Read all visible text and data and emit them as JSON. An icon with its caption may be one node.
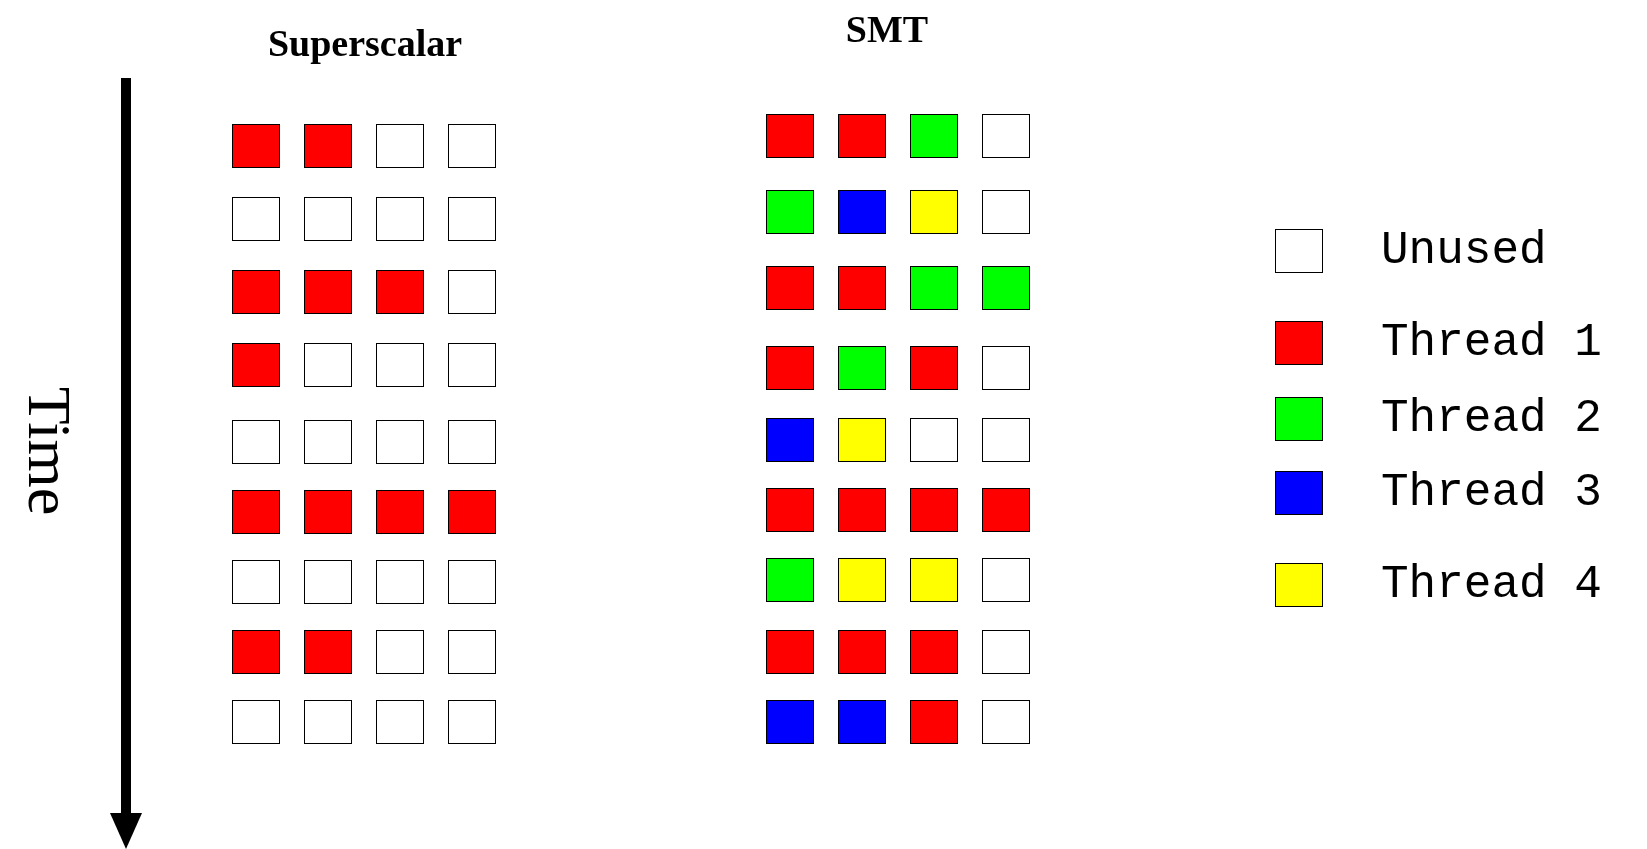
{
  "diagram": {
    "labels": [
      "Superscalar",
      "SMT",
      "Time"
    ],
    "legend": [
      {
        "text": "Unused",
        "color": "#ffffff"
      },
      {
        "text": "Thread 1",
        "color": "#ff0000"
      },
      {
        "text": "Thread 2",
        "color": "#00ff00"
      },
      {
        "text": "Thread 3",
        "color": "#0000ff"
      },
      {
        "text": "Thread 4",
        "color": "#ffff00"
      }
    ]
  }
}
